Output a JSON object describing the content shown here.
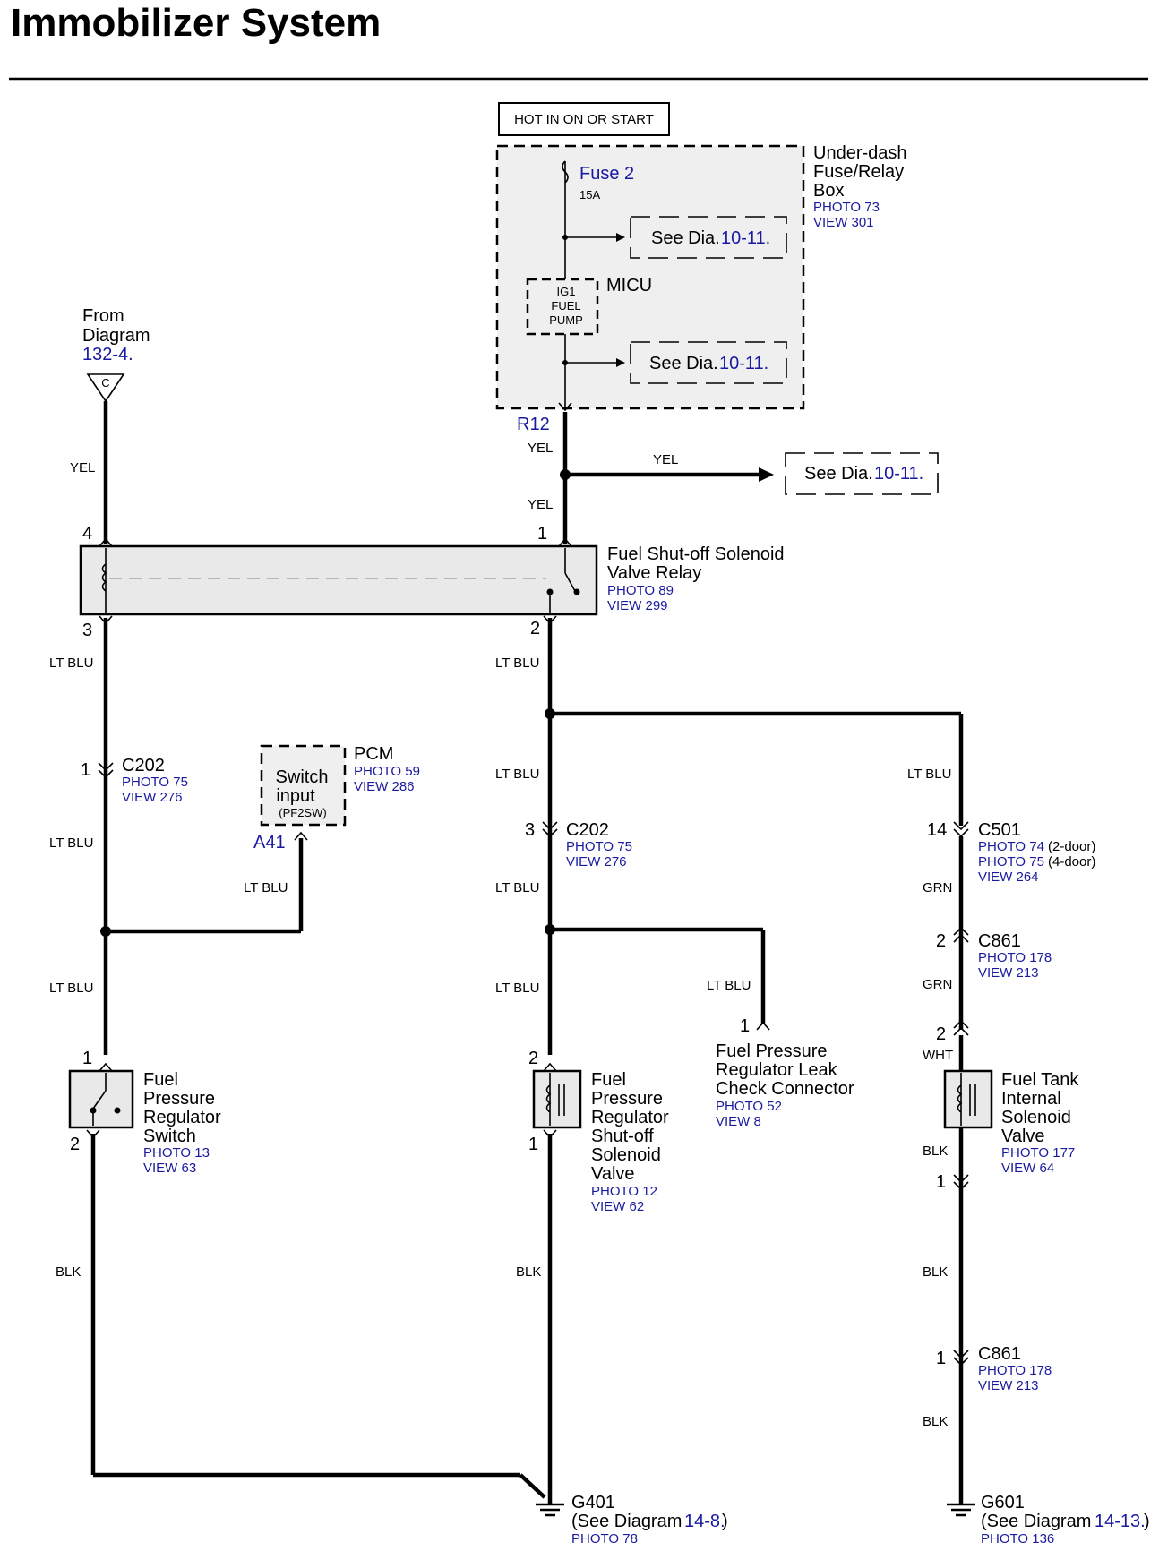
{
  "title": "Immobilizer System",
  "hot_in": "HOT IN ON OR START",
  "fusebox": {
    "name_lines": [
      "Under-dash",
      "Fuse/Relay",
      "Box"
    ],
    "photo": "PHOTO 73",
    "view": "VIEW 301",
    "fuse_name": "Fuse 2",
    "fuse_rating": "15A",
    "micu_label": "MICU",
    "micu_lines": [
      "IG1",
      "FUEL",
      "PUMP"
    ],
    "see_dia_text": "See Dia.",
    "see_dia_ref": "10-11.",
    "terminal": "R12"
  },
  "from_diagram": {
    "lines": [
      "From",
      "Diagram"
    ],
    "ref": "132-4.",
    "marker": "C"
  },
  "wires": {
    "yel": "YEL",
    "lt_blu": "LT BLU",
    "blk": "BLK",
    "grn": "GRN",
    "wht": "WHT"
  },
  "relay": {
    "name_lines": [
      "Fuel Shut-off Solenoid",
      "Valve Relay"
    ],
    "photo": "PHOTO 89",
    "view": "VIEW 299",
    "pins": {
      "p4": "4",
      "p1": "1",
      "p3": "3",
      "p2": "2"
    }
  },
  "pcm": {
    "name": "PCM",
    "photo": "PHOTO 59",
    "view": "VIEW 286",
    "lines": [
      "Switch",
      "input"
    ],
    "signal": "(PF2SW)",
    "terminal": "A41"
  },
  "connectors": {
    "c202_left": {
      "pin": "1",
      "name": "C202",
      "photo": "PHOTO 75",
      "view": "VIEW 276"
    },
    "c202_mid": {
      "pin": "3",
      "name": "C202",
      "photo": "PHOTO 75",
      "view": "VIEW 276"
    },
    "c501": {
      "pin": "14",
      "name": "C501",
      "photo1": "PHOTO 74",
      "photo1_note": "(2-door)",
      "photo2": "PHOTO 75",
      "photo2_note": "(4-door)",
      "view": "VIEW 264"
    },
    "c861_top": {
      "pin": "2",
      "name": "C861",
      "photo": "PHOTO 178",
      "view": "VIEW 213"
    },
    "c861_bot": {
      "pin": "1",
      "name": "C861",
      "photo": "PHOTO 178",
      "view": "VIEW 213"
    }
  },
  "components": {
    "reg_switch": {
      "lines": [
        "Fuel",
        "Pressure",
        "Regulator",
        "Switch"
      ],
      "photo": "PHOTO 13",
      "view": "VIEW 63",
      "pin_top": "1",
      "pin_bot": "2"
    },
    "shutoff_valve": {
      "lines": [
        "Fuel",
        "Pressure",
        "Regulator",
        "Shut-off",
        "Solenoid",
        "Valve"
      ],
      "photo": "PHOTO 12",
      "view": "VIEW 62",
      "pin_top": "2",
      "pin_bot": "1"
    },
    "leak_connector": {
      "lines": [
        "Fuel Pressure",
        "Regulator Leak",
        "Check Connector"
      ],
      "photo": "PHOTO 52",
      "view": "VIEW 8",
      "pin": "1"
    },
    "tank_valve": {
      "lines": [
        "Fuel Tank",
        "Internal",
        "Solenoid",
        "Valve"
      ],
      "photo": "PHOTO 177",
      "view": "VIEW 64",
      "pin_top": "2",
      "pin_bot": "1"
    }
  },
  "grounds": {
    "g401": {
      "name": "G401",
      "see": "(See Diagram",
      "ref": "14-8.",
      "close": ")",
      "photo": "PHOTO 78"
    },
    "g601": {
      "name": "G601",
      "see": "(See Diagram",
      "ref": "14-13.",
      "close": ")",
      "photo": "PHOTO 136"
    }
  },
  "colors": {
    "link": "#1a1aa0",
    "box_fill": "#e9e9e9",
    "wire": "#000000"
  }
}
